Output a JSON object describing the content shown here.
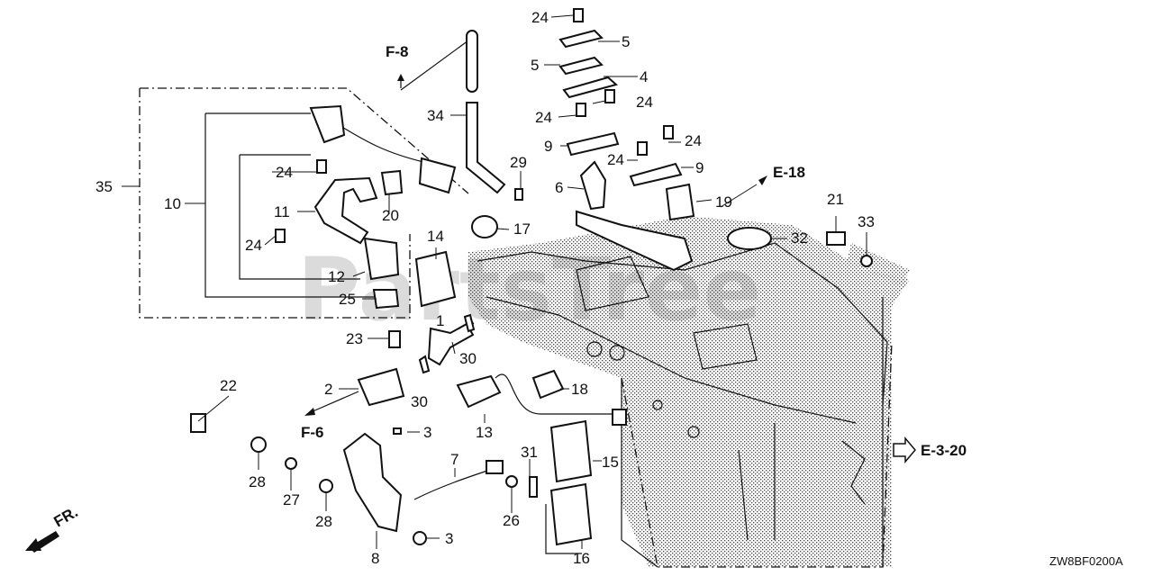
{
  "watermark": "PartsTree",
  "drawing_code": "ZW8BF0200A",
  "front_label": "FR.",
  "refs": {
    "f8": "F-8",
    "f6": "F-6",
    "e18": "E-18",
    "e320": "E-3-20"
  },
  "callouts": [
    "1",
    "2",
    "3",
    "3",
    "4",
    "5",
    "5",
    "6",
    "7",
    "8",
    "9",
    "9",
    "10",
    "11",
    "12",
    "13",
    "14",
    "15",
    "16",
    "17",
    "18",
    "19",
    "20",
    "21",
    "22",
    "23",
    "24",
    "24",
    "24",
    "24",
    "24",
    "24",
    "24",
    "25",
    "26",
    "27",
    "28",
    "28",
    "29",
    "30",
    "30",
    "31",
    "32",
    "33",
    "34",
    "35"
  ]
}
